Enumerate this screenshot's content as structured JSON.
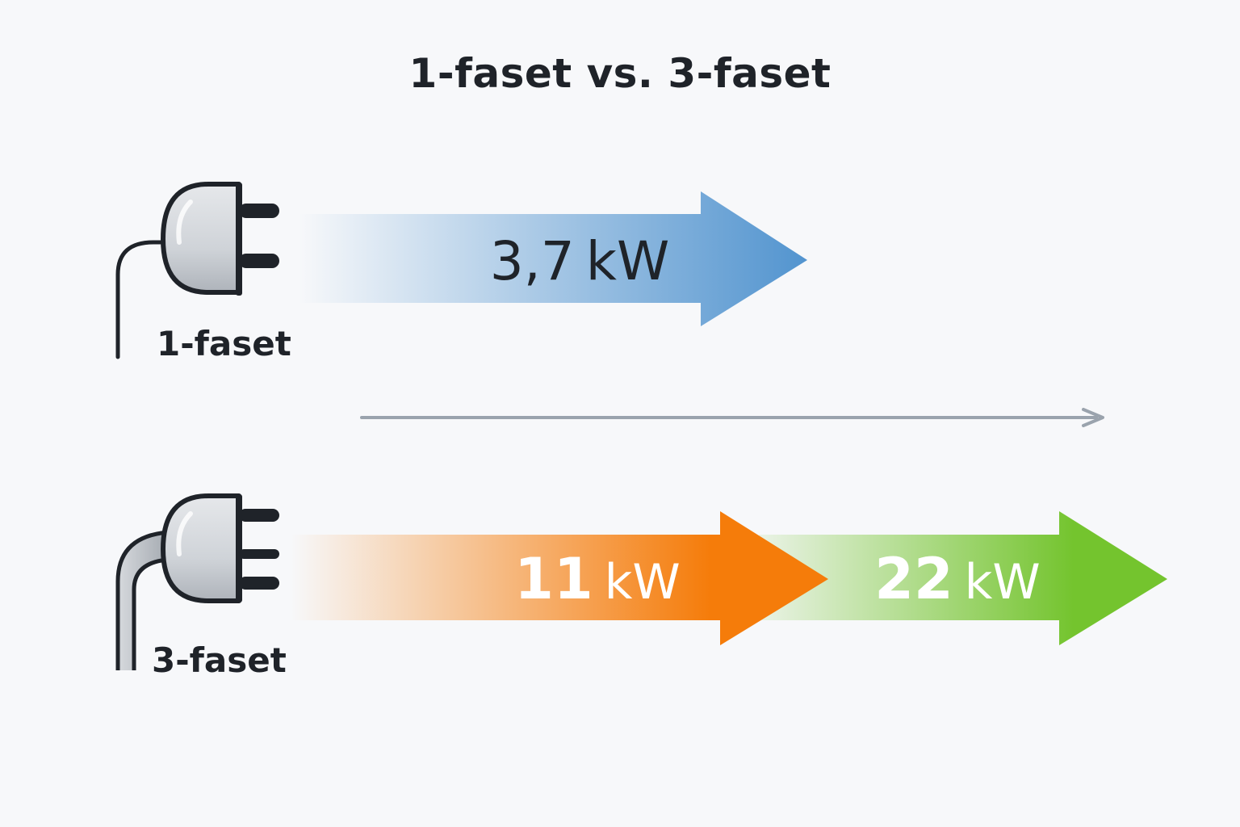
{
  "title": "1-faset vs. 3-faset",
  "rows": [
    {
      "label": "1-faset",
      "arrows": [
        {
          "number": "3,7",
          "unit": "kW",
          "color": "#5294cf"
        }
      ]
    },
    {
      "label": "3-faset",
      "arrows": [
        {
          "number": "11",
          "unit": "kW",
          "color": "#f57c0a"
        },
        {
          "number": "22",
          "unit": "kW",
          "color": "#74c42e"
        }
      ]
    }
  ],
  "colors": {
    "text": "#1f2329",
    "divider": "#9aa3ad",
    "plug_body": "#c9cdd3",
    "outline": "#1f2329"
  }
}
